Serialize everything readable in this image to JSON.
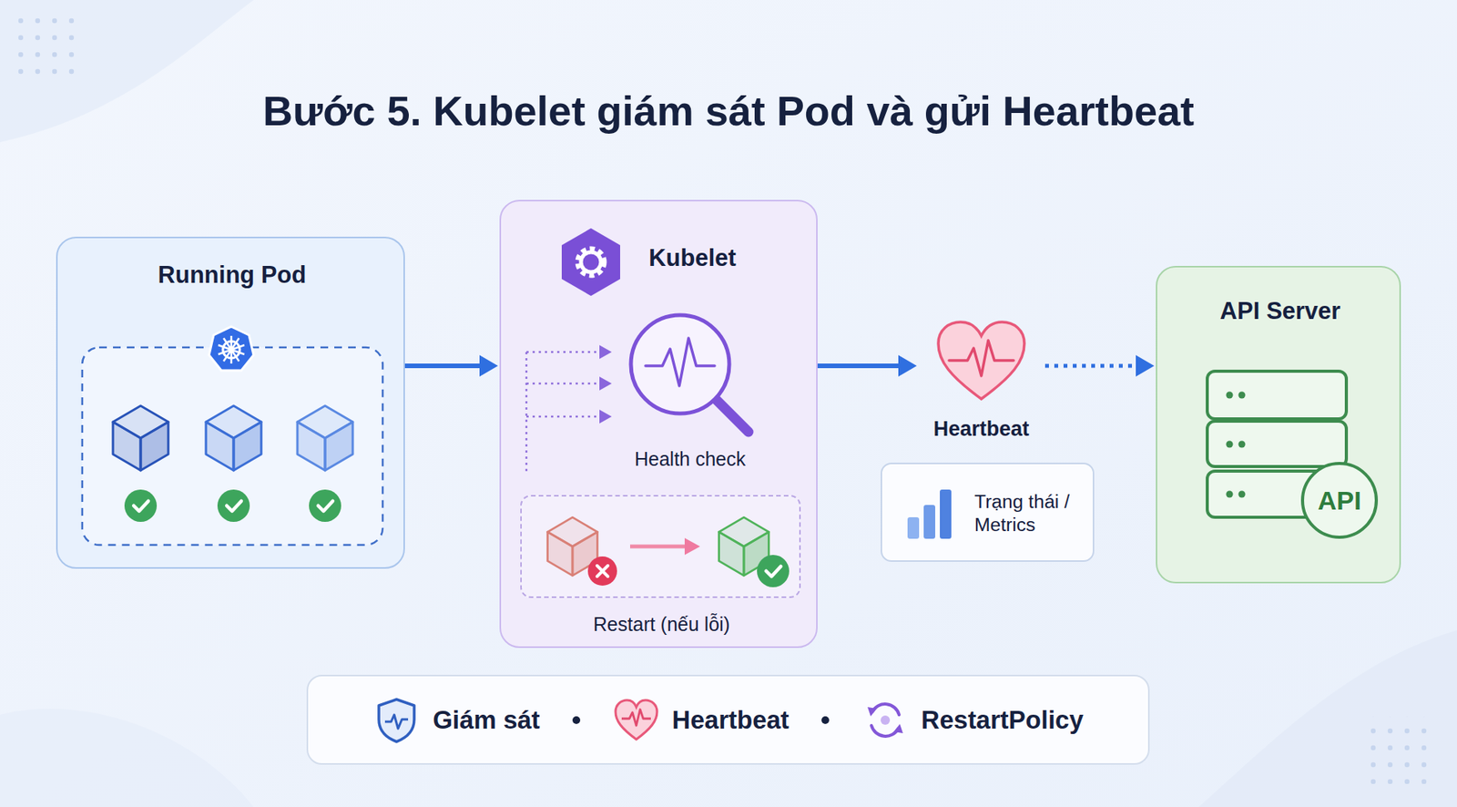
{
  "diagram": {
    "title": "Bước 5. Kubelet giám sát Pod và gửi Heartbeat",
    "nodes": [
      {
        "text": [
          "Running Pod"
        ]
      },
      {
        "text": [
          "Kubelet",
          "Health check"
        ]
      },
      {
        "text": [
          "Restart (nếu lỗi)"
        ],
        "in": 1
      },
      {
        "text": [
          "Heartbeat"
        ]
      },
      {
        "text": [
          "Trạng thái / Metrics"
        ]
      },
      {
        "text": [
          "API Server",
          "API"
        ]
      }
    ],
    "edges": [
      {
        "from": 0,
        "to": 1,
        "arrow": "to"
      },
      {
        "from": 1,
        "to": 3,
        "arrow": "to"
      },
      {
        "from": 3,
        "to": 5,
        "arrow": "to"
      }
    ],
    "legend": [
      {
        "text": "Giám sát"
      },
      {
        "text": "Heartbeat"
      },
      {
        "text": "RestartPolicy"
      }
    ]
  }
}
